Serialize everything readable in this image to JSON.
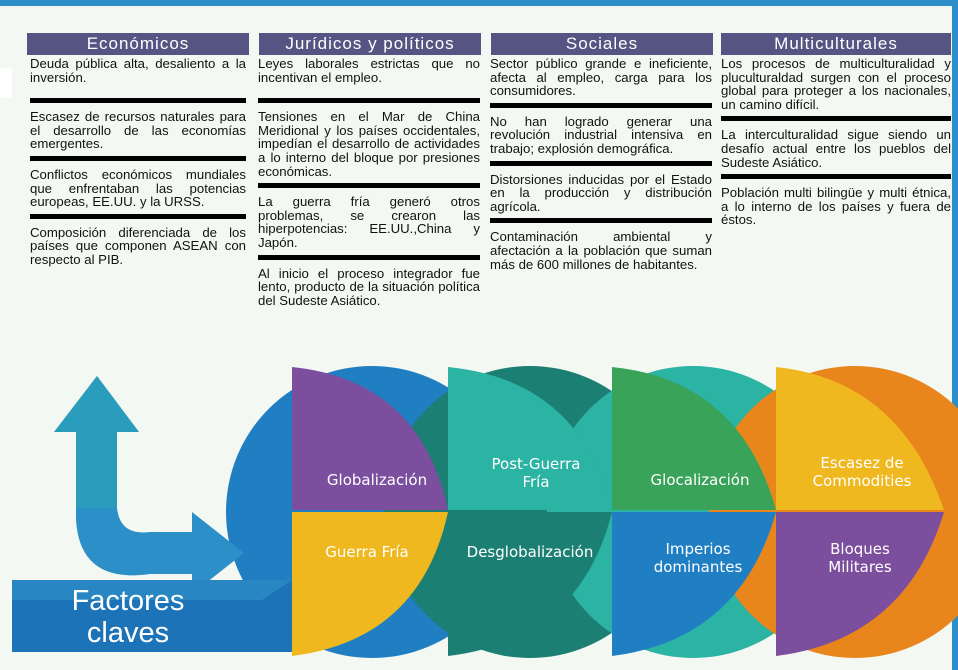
{
  "columns": [
    {
      "header": "Económicos",
      "items": [
        "Deuda pública alta, desaliento a la inversión.",
        "Escasez de recursos naturales para el desarrollo de las economías emergentes.",
        "Conflictos económicos mundiales que enfrentaban las potencias europeas, EE.UU. y la URSS.",
        "Composición diferenciada de los países que componen ASEAN con respecto al PIB."
      ]
    },
    {
      "header": "Jurídicos y políticos",
      "items": [
        "Leyes laborales estrictas que no incentivan el empleo.",
        "Tensiones en el Mar de China Meridional y los países occidentales, impedían el desarrollo de actividades a lo interno del bloque por presiones económicas.",
        "La guerra fría generó otros problemas, se crearon las hiperpotencias: EE.UU.,China y Japón.",
        "Al inicio el proceso integrador fue lento, producto de la situación política del Sudeste Asiático."
      ]
    },
    {
      "header": "Sociales",
      "items": [
        "Sector público grande e ineficiente, afecta al empleo, carga para los consumidores.",
        "No han logrado generar una revolución industrial intensiva en trabajo; explosión demográfica.",
        "Distorsiones inducidas por el Estado en la producción y distribución agrícola.",
        "Contaminación ambiental y afectación a la población que suman más de 600 millones de habitantes."
      ]
    },
    {
      "header": "Multiculturales",
      "items": [
        "Los procesos de multiculturalidad y plucultural­dad surgen con el proceso global para proteger a los nacionales, un camino difícil.",
        "La interculturalidad sigue siendo un desafío actual entre los pueblos del Sudeste Asiático.",
        "Población multi bilingüe y multi étnica, a lo interno de los países y fuera de éstos."
      ]
    }
  ],
  "factors": {
    "line1": "Factores",
    "line2": "claves"
  },
  "segments_top": [
    "Globalización",
    "Post-Guerra",
    "Fría",
    "Glocalización",
    "Escasez de",
    "Commodities"
  ],
  "segments_bottom": [
    "Guerra Fría",
    "Desglobalización",
    "Imperios",
    "dominantes",
    "Bloques",
    "Militares"
  ],
  "colors": {
    "header": "#565482",
    "purple": "#7b4e9e",
    "blue": "#1f7fc2",
    "teal": "#2bb3a3",
    "green": "#3aa35a",
    "dark_teal": "#1c7f73",
    "orange": "#e8861c",
    "yellow": "#efb81e",
    "arrow": "#2d8fc7"
  }
}
